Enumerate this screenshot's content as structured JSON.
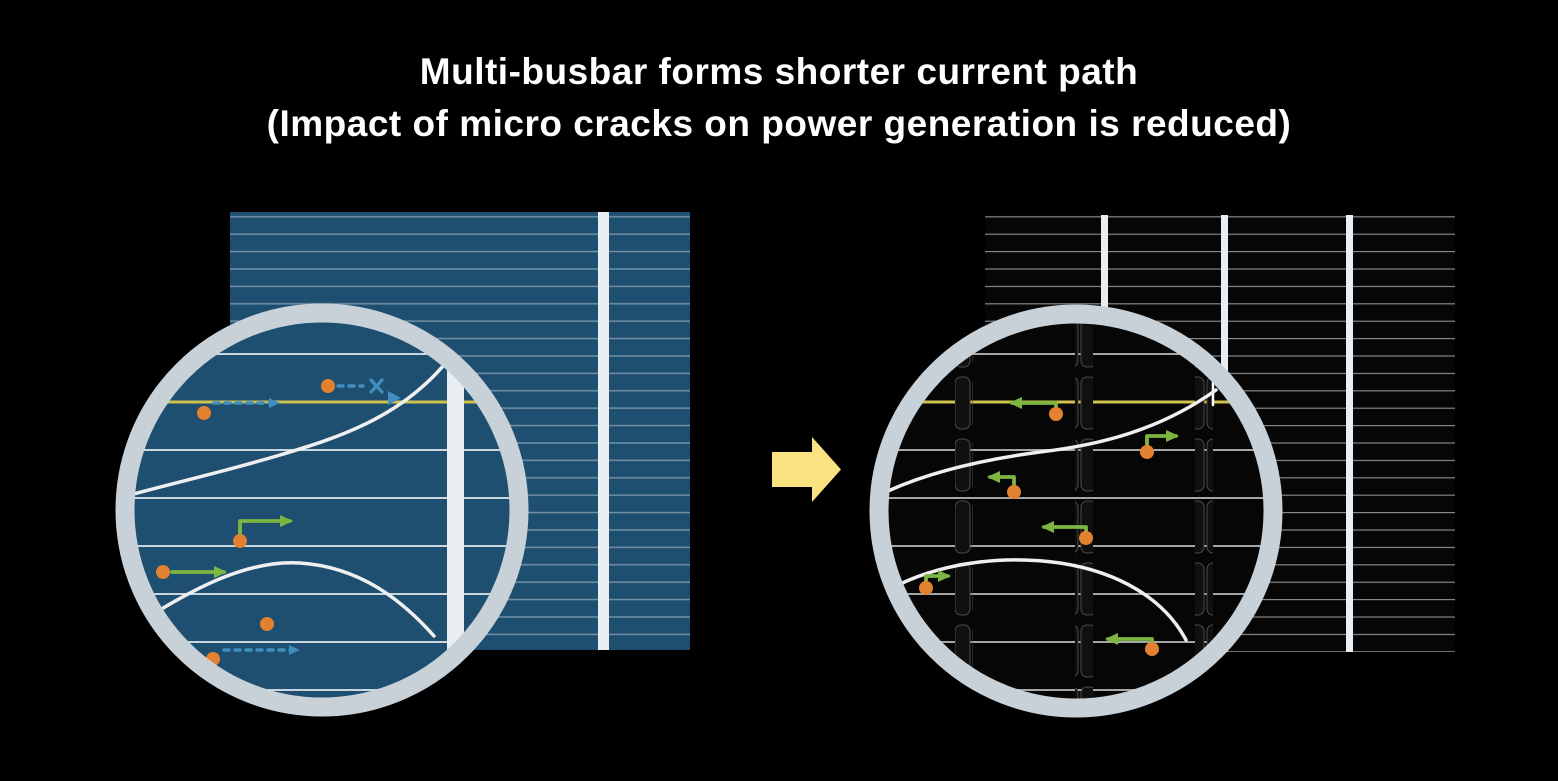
{
  "title": {
    "line1": "Multi-busbar forms shorter current path",
    "line2": "(Impact of micro cracks on power generation is reduced)"
  },
  "icons": {
    "transition_arrow": "block-arrow-right",
    "blocked_current": "x-mark"
  },
  "colors": {
    "background": "#000000",
    "titleText": "#ffffff",
    "cellBlue": "#1e4e70",
    "cellDark": "#060606",
    "fingerLineBlue": "rgba(255,255,255,0.38)",
    "fingerLineZoomBlue": "#c9d6dd",
    "fingerLineDark": "#8f8f8f",
    "fingerLineZoomDark": "#a6a6a6",
    "busbarWhite": "#e9eef2",
    "magnifierRing": "#c8d1d8",
    "crackWhite": "#efefef",
    "highlightYellow": "#cfc24d",
    "currentDotOrange": "#e2812f",
    "longPathBlue": "#3f8fc0",
    "shortPathGreen": "#7cb53f",
    "transitionArrowYellow": "#f9e27f"
  }
}
